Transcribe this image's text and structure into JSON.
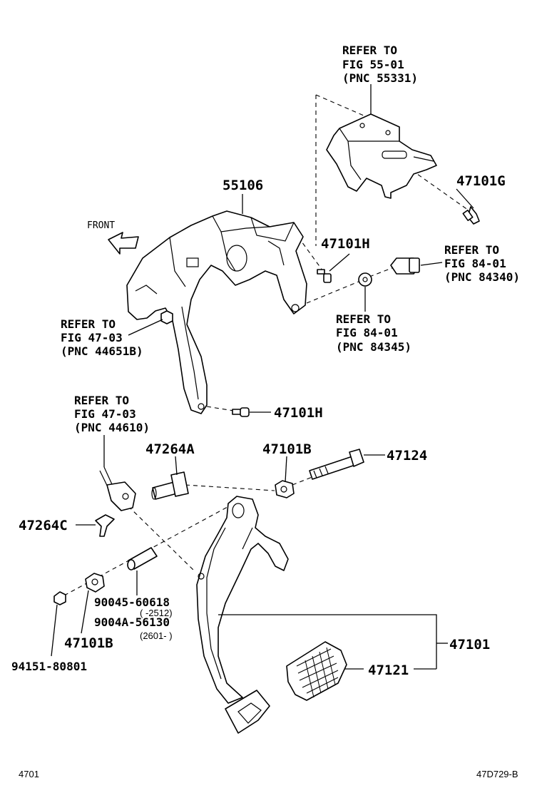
{
  "labels": {
    "ref_55331": [
      "REFER TO",
      "FIG 55-01",
      "(PNC 55331)"
    ],
    "ref_84340": [
      "REFER TO",
      "FIG 84-01",
      "(PNC 84340)"
    ],
    "ref_84345": [
      "REFER TO",
      "FIG 84-01",
      "(PNC 84345)"
    ],
    "ref_44651b": [
      "REFER TO",
      "FIG 47-03",
      "(PNC 44651B)"
    ],
    "ref_44610": [
      "REFER TO",
      "FIG 47-03",
      "(PNC 44610)"
    ],
    "p55106": "55106",
    "p47101g": "47101G",
    "p47101h_top": "47101H",
    "p47101h_bottom": "47101H",
    "p47264a": "47264A",
    "p47101b_top": "47101B",
    "p47124": "47124",
    "p47264c": "47264C",
    "p90045": "90045-60618",
    "range1": "( -2512)",
    "p9004a": "9004A-56130",
    "range2": "(2601-     )",
    "p47101b_bottom": "47101B",
    "p94151": "94151-80801",
    "p47101": "47101",
    "p47121": "47121",
    "front": "FRONT"
  },
  "footer": {
    "left": "4701",
    "right": "47D729-B"
  }
}
